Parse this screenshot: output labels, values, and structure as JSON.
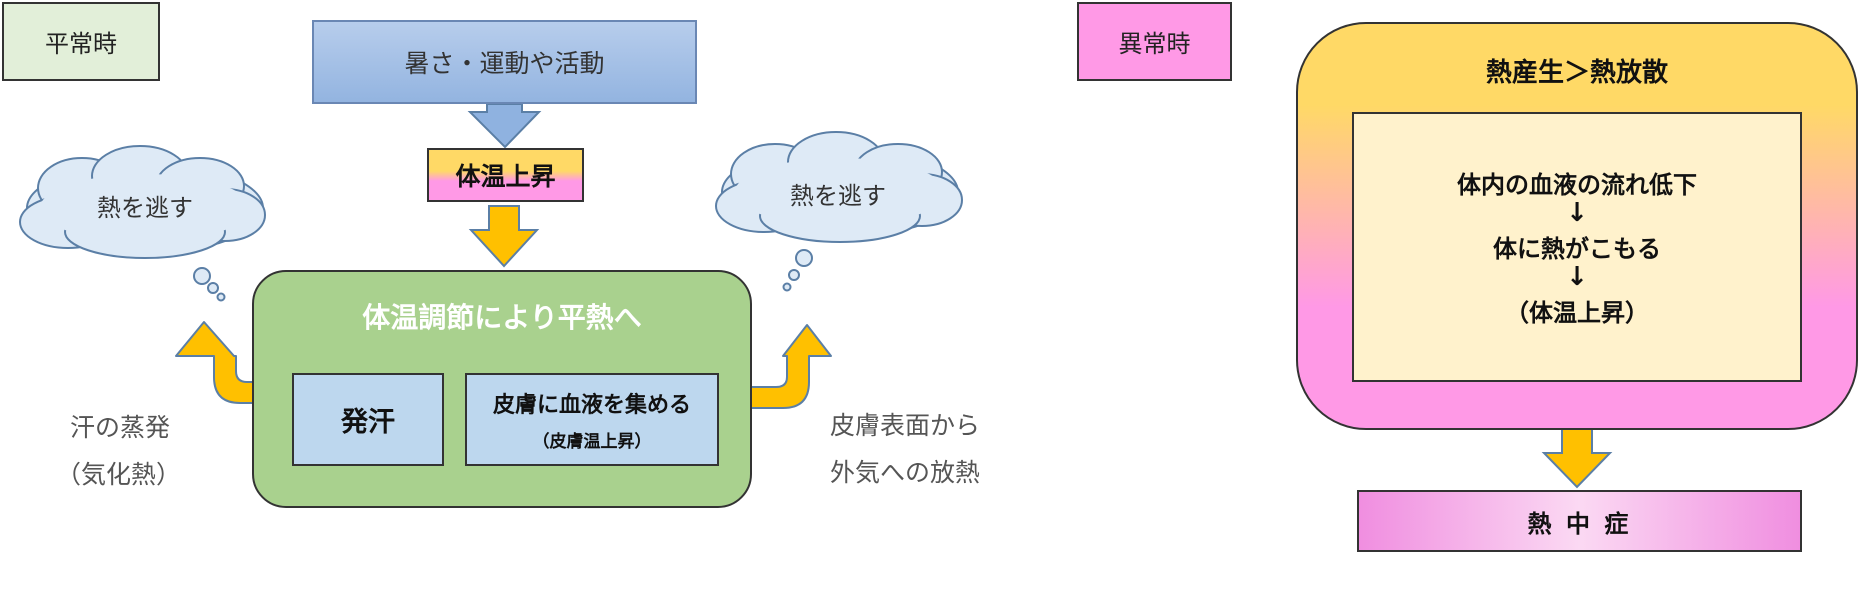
{
  "normal": {
    "label": "平常時",
    "cause": "暑さ・運動や活動",
    "temp_rise": "体温上昇",
    "regulation_title": "体温調節により平熱へ",
    "sweat": "発汗",
    "blood_main": "皮膚に血液を集める",
    "blood_sub": "（皮膚温上昇）",
    "cloud_left": "熱を逃す",
    "cloud_right": "熱を逃す",
    "evaporation_line1": "汗の蒸発",
    "evaporation_line2": "（気化熱）",
    "radiation_line1": "皮膚表面から",
    "radiation_line2": "外気への放熱"
  },
  "abnormal": {
    "label": "異常時",
    "balance_title": "熱産生＞熱放散",
    "chain": [
      "体内の血液の流れ低下",
      "体に熱がこもる",
      "（体温上昇）"
    ],
    "chain_arrow": "↓",
    "result": "熱 中 症"
  },
  "colors": {
    "arrow_fill": "#ffc000",
    "arrow_stroke": "#5b7fa6",
    "cloud_fill": "#deeaf6",
    "cloud_stroke": "#5b7fa6",
    "green_box": "#a9d18e",
    "blue_box": "#bdd7ee",
    "pink": "#ff99e6",
    "yellow": "#ffd966"
  }
}
